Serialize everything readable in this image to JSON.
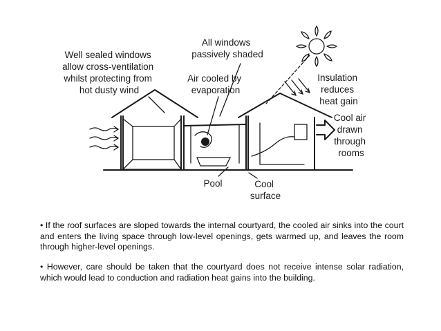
{
  "diagram": {
    "labels": {
      "windows_sealed": [
        "Well sealed windows",
        "allow cross-ventilation",
        "whilst protecting from",
        "hot dusty wind"
      ],
      "windows_shaded": [
        "All windows",
        "passively shaded"
      ],
      "air_cooled": [
        "Air cooled by",
        "evaporation"
      ],
      "insulation": [
        "Insulation",
        "reduces",
        "heat gain"
      ],
      "cool_air": [
        "Cool air",
        "drawn",
        "through",
        "rooms"
      ],
      "pool": "Pool",
      "cool_surface": [
        "Cool",
        "surface"
      ]
    }
  },
  "text": {
    "paragraph1": "• If the roof surfaces are sloped towards the internal courtyard, the cooled air sinks into the court and enters the living space through low-level openings, gets warmed up, and leaves the room through higher-level openings.",
    "paragraph2": "• However, care should be taken that the courtyard does not receive intense solar radiation, which would lead to conduction and radiation heat gains into the building."
  }
}
